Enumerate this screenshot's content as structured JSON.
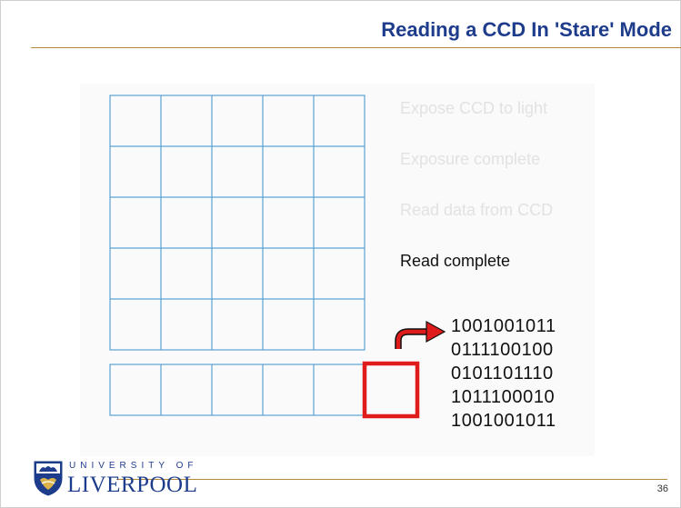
{
  "slide": {
    "title": "Reading a CCD In 'Stare' Mode",
    "page_number": "36"
  },
  "steps": [
    {
      "label": "Expose CCD to light",
      "state": "faded"
    },
    {
      "label": "Exposure complete",
      "state": "faded"
    },
    {
      "label": "Read data from CCD",
      "state": "faded"
    },
    {
      "label": "Read complete",
      "state": "active"
    }
  ],
  "binary_output": [
    "1001001011",
    "0111100100",
    "0101101110",
    "1011100010",
    "1001001011"
  ],
  "logo": {
    "line1": "UNIVERSITY OF",
    "line2": "LIVERPOOL"
  },
  "colors": {
    "title": "#1e3c8c",
    "grid_line": "#5ba3d6",
    "readout_box": "#e01b1b",
    "rule": "#b38a3a",
    "faded_text": "#e2e2e2"
  },
  "icons": {
    "arrow": "curved-arrow-icon",
    "crest": "university-crest-icon"
  }
}
